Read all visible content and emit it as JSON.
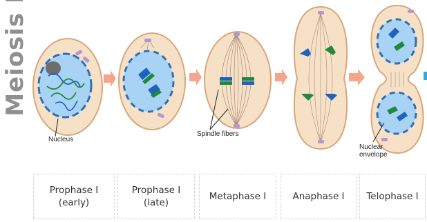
{
  "side_title": "Meiosis I",
  "labels": {
    "nucleus": "Nucleus",
    "spindle": "Spindle fibers",
    "nuclear_envelope": "Nuclear\nenvelope"
  },
  "phases": [
    {
      "name": "Prophase I\n(early)"
    },
    {
      "name": "Prophase I\n(late)"
    },
    {
      "name": "Metaphase I"
    },
    {
      "name": "Anaphase I"
    },
    {
      "name": "Telophase I"
    }
  ],
  "colors": {
    "cell_fill": "#f6e1c6",
    "cell_stroke": "#d7a77c",
    "nucleus_fill": "#9ecdf2",
    "envelope": "#2f6fb5",
    "chrom_blue": "#1f62c0",
    "chrom_green": "#1f8a3c",
    "centriole": "#b597cf",
    "arrow": "#f4a58a",
    "spindle": "#a98a7a"
  }
}
